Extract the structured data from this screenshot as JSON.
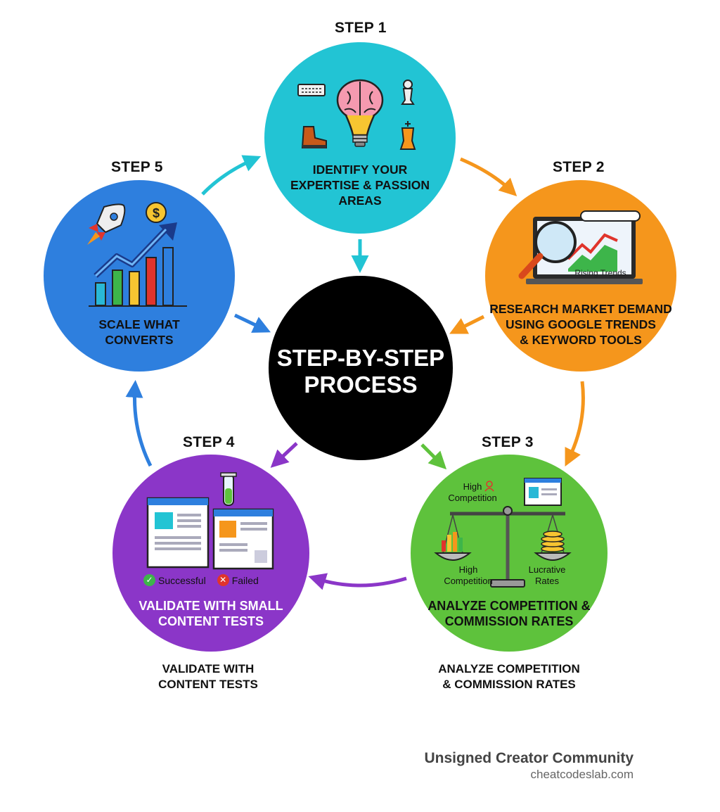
{
  "center": {
    "title_line1": "STEP-BY-STEP",
    "title_line2": "PROCESS"
  },
  "steps": [
    {
      "label": "STEP 1",
      "lines": [
        "IDENTIFY YOUR",
        "EXPERTISE & PASSION",
        "AREAS"
      ],
      "color": "#22c4d4"
    },
    {
      "label": "STEP 2",
      "lines": [
        "RESEARCH MARKET DEMAND",
        "USING GOOGLE TRENDS",
        "& KEYWORD TOOLS"
      ],
      "color": "#f5961c",
      "chart_text": "Rising Trends"
    },
    {
      "label": "STEP 3",
      "lines": [
        "ANALYZE COMPETITION &",
        "COMMISSION RATES"
      ],
      "color": "#5ec23c",
      "icon_top_text": [
        "High",
        "Competition"
      ],
      "scale_left_text": [
        "High",
        "Competition"
      ],
      "scale_right_text": [
        "Lucrative",
        "Rates"
      ]
    },
    {
      "label": "STEP 4",
      "lines": [
        "VALIDATE WITH SMALL",
        "CONTENT TESTS"
      ],
      "color": "#8b36c8",
      "badge_success": "Successful",
      "badge_failed": "Failed"
    },
    {
      "label": "STEP 5",
      "lines": [
        "SCALE WHAT",
        "CONVERTS"
      ],
      "color": "#2e7fde"
    }
  ],
  "captions": {
    "left": [
      "VALIDATE WITH",
      "CONTENT TESTS"
    ],
    "right": [
      "ANALYZE COMPETITION",
      "& COMMISSION RATES"
    ]
  },
  "footer": {
    "brand": "Unsigned Creator Community",
    "site": "cheatcodeslab.com"
  },
  "colors": {
    "center": "#000000",
    "arrow_cyan": "#22c4d4",
    "arrow_orange": "#f5961c",
    "arrow_green": "#5ec23c",
    "arrow_purple": "#8b36c8",
    "arrow_blue": "#2e7fde"
  }
}
